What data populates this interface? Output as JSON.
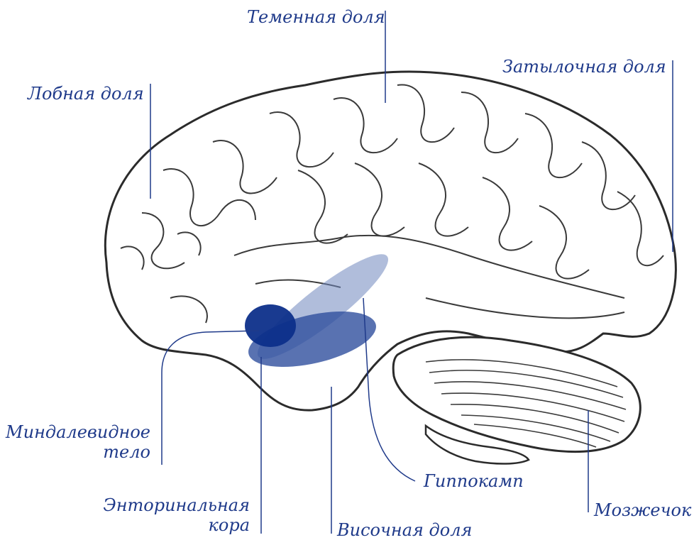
{
  "diagram": {
    "colors": {
      "label": "#1f3a8a",
      "leader": "#1f3a8a",
      "outline": "#2b2b2b",
      "amygdala": "#0d2f8a",
      "entorhinal": "#2f4f9e",
      "hippocampus": "#6f86bd"
    },
    "labels": {
      "parietal": "Теменная доля",
      "occipital": "Затылочная доля",
      "frontal": "Лобная доля",
      "amygdala_1": "Миндалевидное",
      "amygdala_2": "тело",
      "entorhinal_1": "Энторинальная",
      "entorhinal_2": "кора",
      "hippocampus": "Гиппокамп",
      "temporal": "Височная доля",
      "cerebellum": "Мозжечок"
    }
  }
}
